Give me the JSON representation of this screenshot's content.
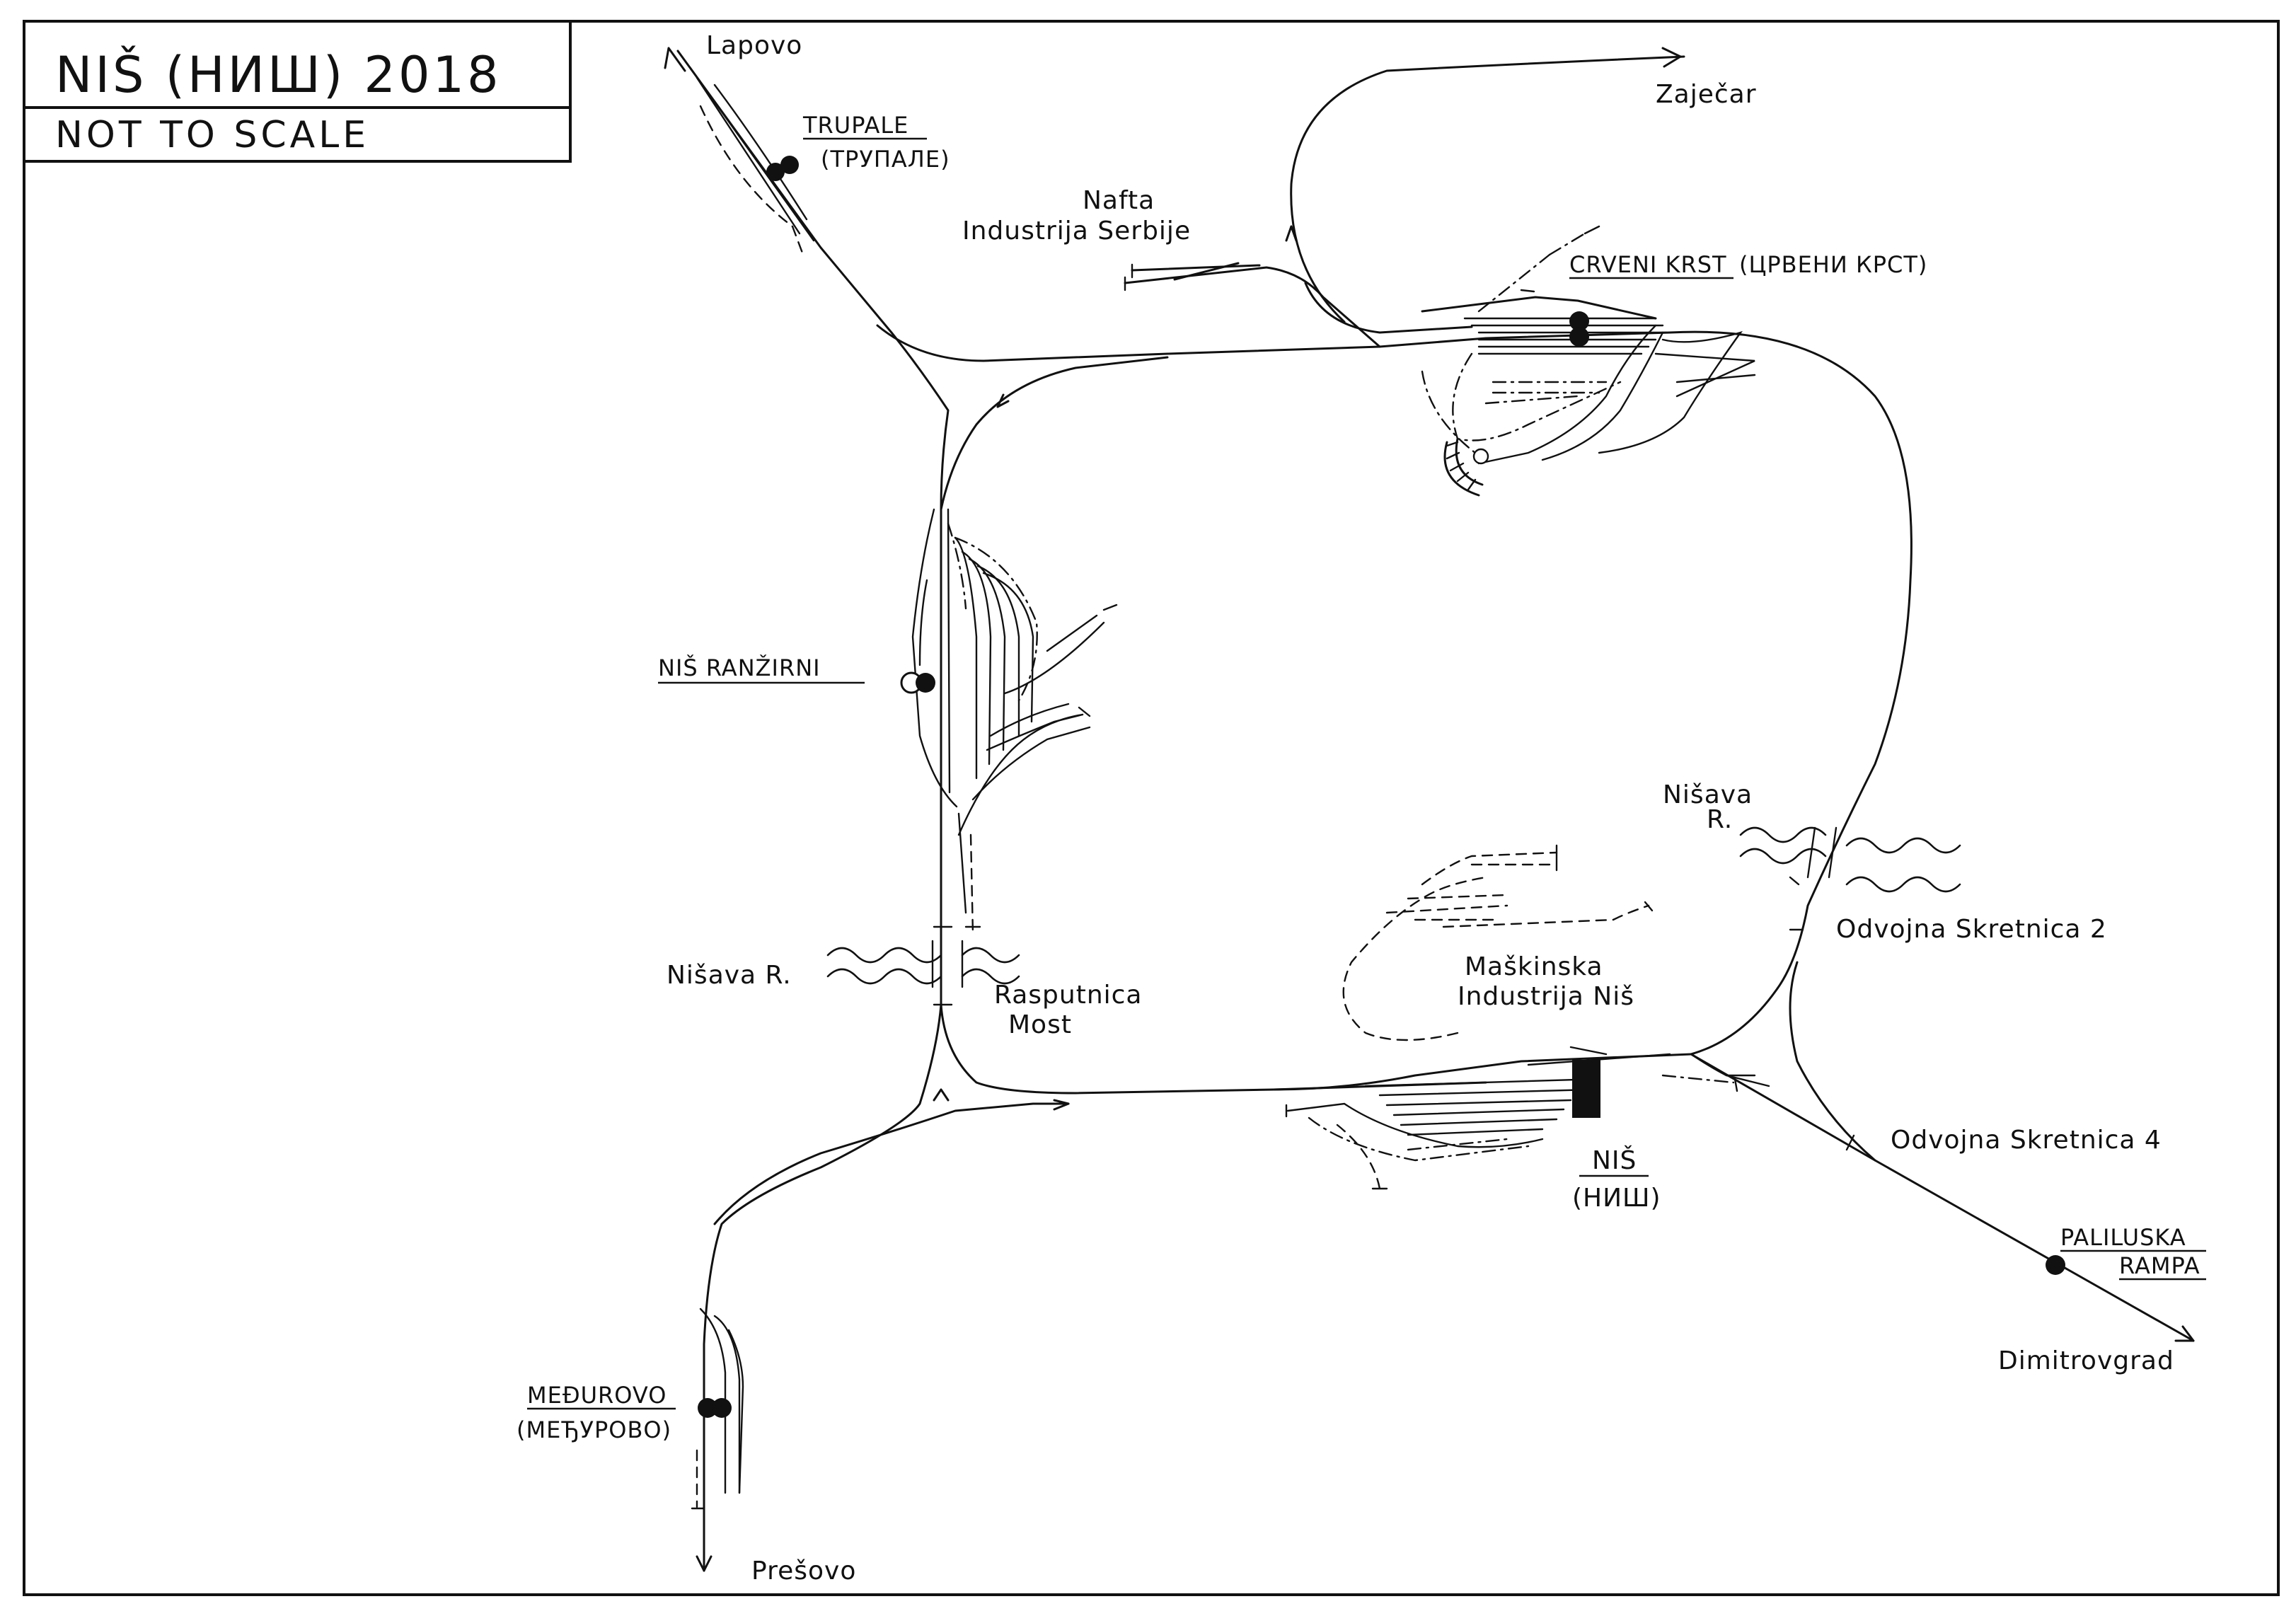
{
  "title_box": {
    "title": "NIŠ  (НИШ) 2018",
    "subtitle": "NOT TO SCALE"
  },
  "stations": {
    "trupale": {
      "name": "TRUPALE",
      "cyrillic": "(ТРУПАЛЕ)"
    },
    "crveni_krst": {
      "name": "CRVENI KRST",
      "cyrillic": "(ЦРВЕНИ КРСТ)"
    },
    "nis_ranzirni": {
      "name": "NIŠ RANŽIRNI"
    },
    "nis": {
      "name": "NIŠ",
      "cyrillic": "(НИШ)"
    },
    "medjurovo": {
      "name": "MEĐUROVO",
      "cyrillic": "(МЕЂУРОВО)"
    },
    "paliluska_rampa": {
      "name_line1": "PALILUSKA",
      "name_line2": "RAMPA"
    }
  },
  "destinations": {
    "lapovo": "Lapovo",
    "zajecar": "Zaječar",
    "presovo": "Prešovo",
    "dimitrovgrad": "Dimitrovgrad"
  },
  "sidings": {
    "nafta_line1": "Nafta",
    "nafta_line2": "Industrija Serbije",
    "maskinska_line1": "Maškinska",
    "maskinska_line2": "Industrija Niš"
  },
  "junctions": {
    "rasputnica_line1": "Rasputnica",
    "rasputnica_line2": "Most",
    "odvojna2": "Odvojna Skretnica 2",
    "odvojna4": "Odvojna Skretnica 4"
  },
  "rivers": {
    "nisava_west": "Nišava R.",
    "nisava_east_line1": "Nišava",
    "nisava_east_line2": "R."
  }
}
